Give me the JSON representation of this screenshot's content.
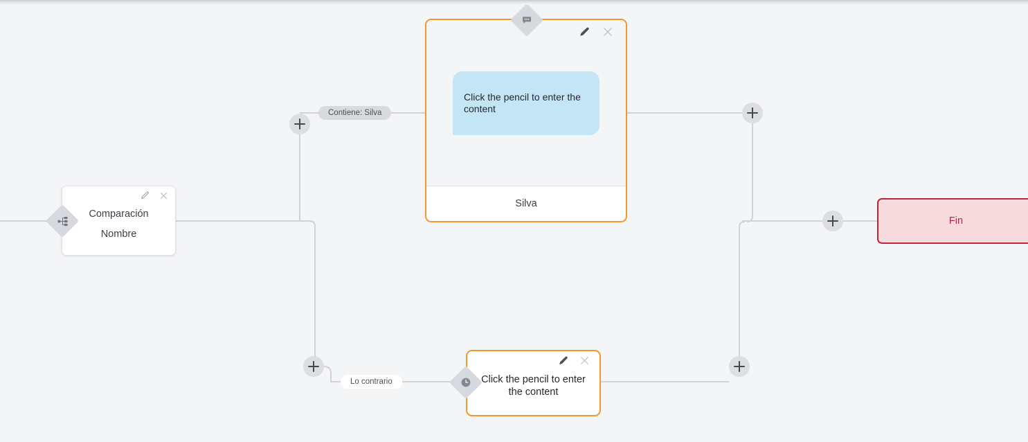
{
  "canvas": {
    "background_color": "#f4f5f7",
    "accent_orange": "#f5962c",
    "end_border_color": "#c2203f",
    "end_fill_color": "#f7dade",
    "bubble_color": "#c3e5f6",
    "connector_color": "#d0d2d7",
    "plus_color": "#dcdee2"
  },
  "nodes": {
    "comparison": {
      "title": "Comparación",
      "subtitle": "Nombre",
      "edit_icon": "pencil-icon",
      "close_icon": "close-icon",
      "badge_icon": "branch-icon"
    },
    "message_top": {
      "bubble_text": "Click the pencil to enter the content",
      "footer_label": "Silva",
      "edit_icon": "pencil-icon",
      "close_icon": "close-icon",
      "badge_icon": "chat-bubble-icon"
    },
    "message_bottom": {
      "text": "Click the pencil to enter the content",
      "edit_icon": "pencil-icon",
      "close_icon": "close-icon",
      "badge_icon": "clock-icon"
    },
    "end": {
      "label": "Fin"
    }
  },
  "edge_labels": {
    "condition_true": "Contiene: Silva",
    "condition_false": "Lo contrario"
  },
  "add_buttons": {
    "label": "+",
    "branch_true": "add-step-branch-true",
    "branch_false": "add-step-branch-false",
    "after_true": "add-step-after-true",
    "after_false": "add-step-after-false",
    "before_end": "add-step-before-end"
  }
}
